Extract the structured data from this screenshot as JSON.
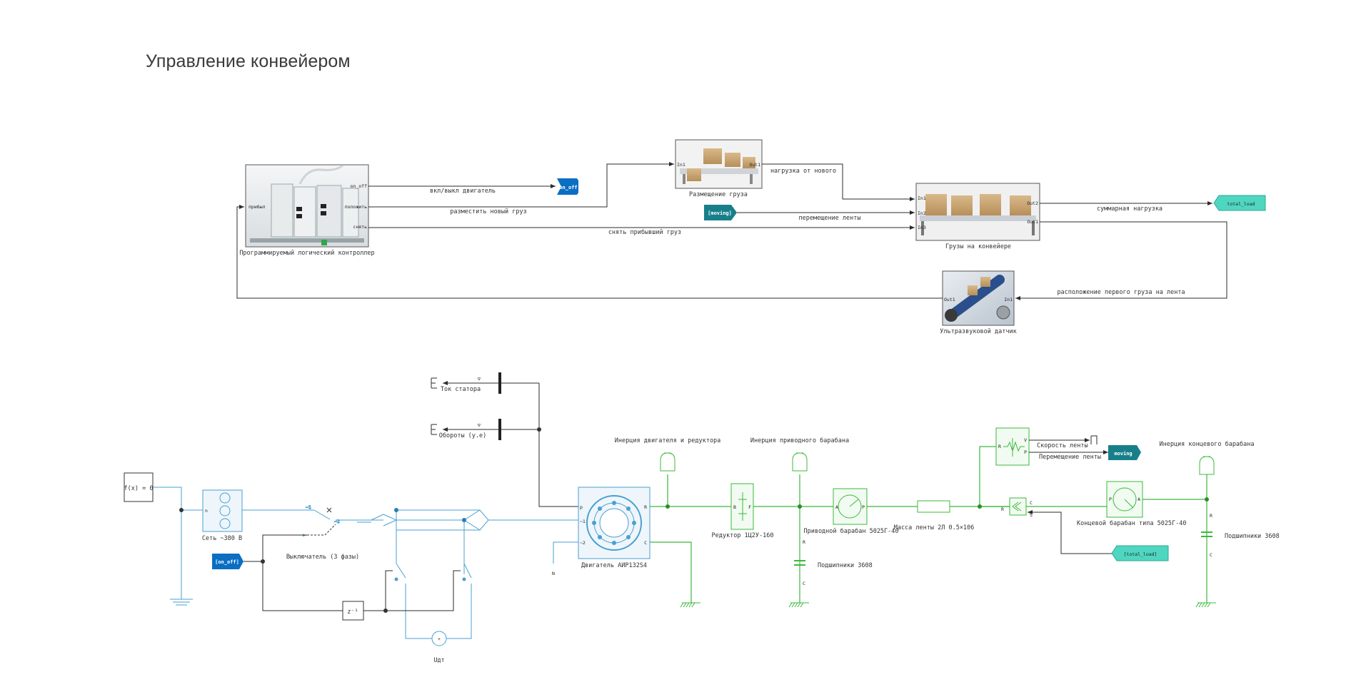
{
  "title": "Управление конвейером",
  "colors": {
    "signal": "#2b2b2b",
    "electrical": "#4a9fd0",
    "mechanical": "#3cb83c",
    "tag_blue": "#0a6ec2",
    "tag_teal": "#177f8a",
    "tag_mint": "#4fd6c0"
  },
  "top": {
    "plc": {
      "label": "Программируемый логический контроллер",
      "in_port": "прибыл",
      "ports": [
        "on_off",
        "положить",
        "снять"
      ]
    },
    "placement": {
      "label": "Размещение груза",
      "in_port": "In1",
      "out_port": "Out1"
    },
    "belt": {
      "label": "Грузы на конвейере",
      "in_ports": [
        "In1",
        "In2",
        "In3"
      ],
      "out_ports": [
        "Out2",
        "Out1"
      ]
    },
    "sensor": {
      "label": "Ультразвуковой датчик",
      "in_port": "In1",
      "out_port": "Out1"
    },
    "tags": {
      "on_off_goto": "on_off",
      "moving_from": "[moving]",
      "total_load_goto": "total_load"
    },
    "signals": {
      "motor_toggle": "вкл/выкл двигатель",
      "place_new": "разместить новый груз",
      "remove_arrived": "снять прибывший груз",
      "new_load": "нагрузка от нового",
      "belt_move": "перемещение ленты",
      "total_load": "суммарная нагрузка",
      "first_pos": "расположение первого груза на лента"
    }
  },
  "bottom": {
    "fx": "f(x) = 0",
    "source": {
      "label": "Сеть ~380 В"
    },
    "switch": {
      "label": "Выключатель (3 фазы)"
    },
    "on_off_from": "[on_off]",
    "delay": "z⁻¹",
    "udt": "Uдт",
    "stator_current": "Ток статора",
    "speed_ue": "Обороты (у.е)",
    "motor": {
      "label": "Двигатель АИР132S4"
    },
    "inertia_motor": "Инерция двигателя и редуктора",
    "inertia_drive": "Инерция приводного барабана",
    "inertia_end": "Инерция концевого барабана",
    "gearbox": "Редуктор 1Ц2У-160",
    "drive_drum": "Приводной барабан 5025Г-40",
    "bearings_1": "Подшипники 3608",
    "bearings_2": "Подшипники 3608",
    "belt_mass": "Масса ленты 2Л 0.5×106",
    "belt_speed": "Скорость ленты",
    "belt_move": "Перемещение ленты",
    "moving_goto": "moving",
    "total_load_from": "[total_load]",
    "end_drum": "Концевой барабан типа 5025Г-40"
  }
}
